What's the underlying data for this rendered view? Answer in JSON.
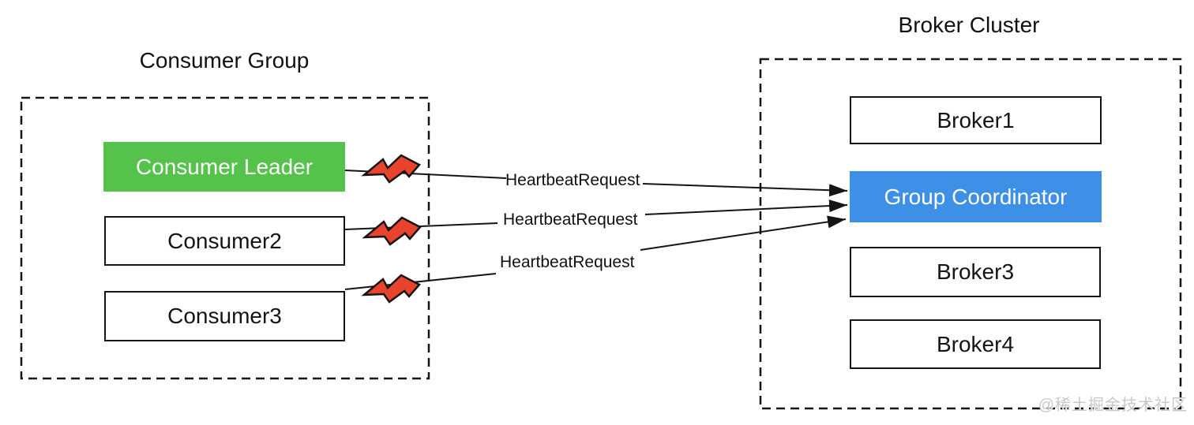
{
  "consumer_group": {
    "title": "Consumer Group",
    "nodes": [
      {
        "label": "Consumer Leader",
        "role": "leader"
      },
      {
        "label": "Consumer2",
        "role": "member"
      },
      {
        "label": "Consumer3",
        "role": "member"
      }
    ]
  },
  "broker_cluster": {
    "title": "Broker Cluster",
    "nodes": [
      {
        "label": "Broker1",
        "role": "broker"
      },
      {
        "label": "Group Coordinator",
        "role": "coordinator"
      },
      {
        "label": "Broker3",
        "role": "broker"
      },
      {
        "label": "Broker4",
        "role": "broker"
      }
    ]
  },
  "connections": [
    {
      "from": "Consumer Leader",
      "to": "Group Coordinator",
      "label": "HeartbeatRequest",
      "icon": "lightning-bolt"
    },
    {
      "from": "Consumer2",
      "to": "Group Coordinator",
      "label": "HeartbeatRequest",
      "icon": "lightning-bolt"
    },
    {
      "from": "Consumer3",
      "to": "Group Coordinator",
      "label": "HeartbeatRequest",
      "icon": "lightning-bolt"
    }
  ],
  "watermark": "@稀土掘金技术社区",
  "colors": {
    "leader_green": "#55c24b",
    "coordinator_blue": "#3e8fe6",
    "bolt_red": "#e8432c",
    "line_black": "#151515",
    "watermark_gray": "#c9c9c9"
  }
}
